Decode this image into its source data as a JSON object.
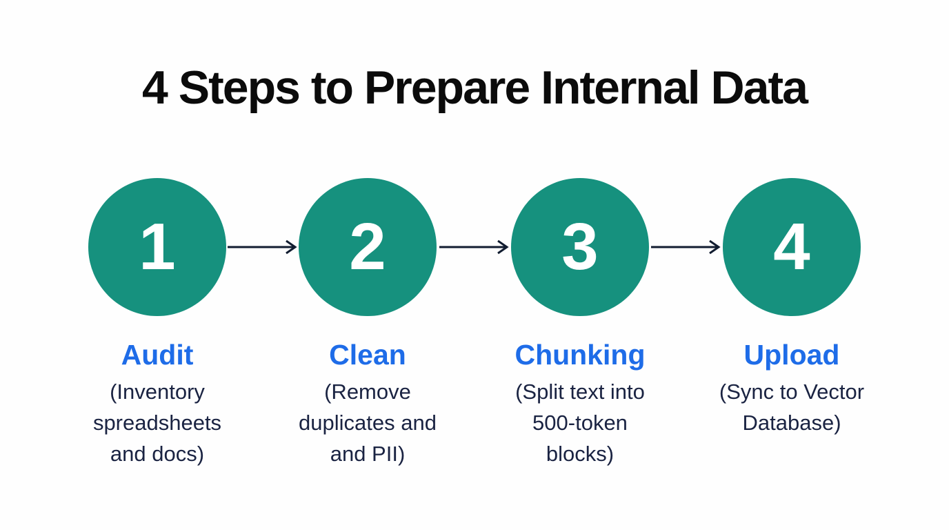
{
  "title": "4 Steps to Prepare Internal Data",
  "steps": [
    {
      "number": "1",
      "label": "Audit",
      "description": "(Inventory\nspreadsheets\nand docs)"
    },
    {
      "number": "2",
      "label": "Clean",
      "description": "(Remove\nduplicates and\nand PII)"
    },
    {
      "number": "3",
      "label": "Chunking",
      "description": "(Split text into\n500-token\nblocks)"
    },
    {
      "number": "4",
      "label": "Upload",
      "description": "(Sync to Vector\nDatabase)"
    }
  ],
  "icons": {
    "connector": "right-arrow-icon"
  },
  "colors": {
    "background": "#fefefe",
    "title": "#0b0b0b",
    "circle_fill": "#16917e",
    "number": "#ffffff",
    "label": "#1e6ce8",
    "description": "#1a2342",
    "arrow": "#111c30"
  }
}
